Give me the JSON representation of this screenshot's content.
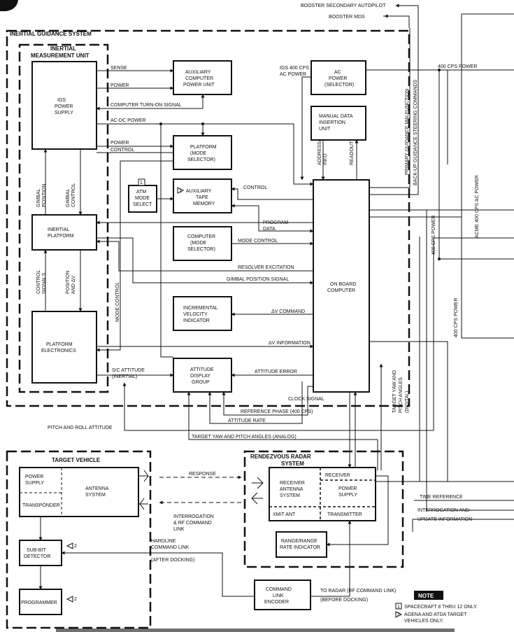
{
  "top_signals": {
    "booster_secondary_autopilot": "BOOSTER SECONDARY AUTOPILOT",
    "booster_mds": "BOOSTER MDS"
  },
  "igs": {
    "title": "INERTIAL GUIDANCE SYSTEM"
  },
  "imu": {
    "title_1": "INERTIAL",
    "title_2": "MEASUREMENT UNIT"
  },
  "blocks": {
    "igs_power_supply": [
      "IGS",
      "POWER",
      "SUPPLY"
    ],
    "inertial_platform": [
      "INERTIAL",
      "PLATFORM"
    ],
    "platform_electronics": [
      "PLATFORM",
      "ELECTRONICS"
    ],
    "aux_power_unit": [
      "AUXILIARY",
      "COMPUTER",
      "POWER UNIT"
    ],
    "platform_mode_selector": [
      "PLATFORM",
      "(MODE",
      "SELECTOR)"
    ],
    "atm_mode_select": [
      "ATM",
      "MODE",
      "SELECT"
    ],
    "aux_tape_memory": [
      "AUXILIARY",
      "TAPE",
      "MEMORY"
    ],
    "computer_mode_selector": [
      "COMPUTER",
      "(MODE",
      "SELECTOR)"
    ],
    "incremental_velocity": [
      "INCREMENTAL",
      "VELOCITY",
      "INDICATOR"
    ],
    "attitude_display": [
      "ATTITUDE",
      "DISPLAY",
      "GROUP"
    ],
    "ac_power_selector": [
      "AC",
      "POWER",
      "(SELECTOR)"
    ],
    "manual_data_insertion": [
      "MANUAL DATA",
      "INSERTION",
      "UNIT"
    ],
    "on_board_computer": [
      "ON BOARD",
      "COMPUTER"
    ],
    "power_supply_tv": [
      "POWER",
      "SUPPLY"
    ],
    "transponder": "TRANSPONDER",
    "antenna_system_tv": [
      "ANTENNA",
      "SYSTEM"
    ],
    "sub_bit_detector": [
      "SUB-BIT",
      "DETECTOR"
    ],
    "programmer": "PROGRAMMER",
    "receiver_antenna": [
      "RECEIVER",
      "ANTENNA",
      "SYSTEM"
    ],
    "receiver": "RECEIVER",
    "power_supply_rr": [
      "POWER",
      "SUPPLY"
    ],
    "xmit_ant": "XMIT ANT",
    "transmitter": "TRANSMITTER",
    "range_rate_indicator": [
      "RANGE/RANGE",
      "RATE INDICATOR"
    ],
    "command_link_encoder": [
      "COMMAND",
      "LINK",
      "ENCODER"
    ]
  },
  "signals": {
    "sense": "SENSE",
    "power": "POWER",
    "computer_turn_on": "COMPUTER TURN-ON SIGNAL",
    "ac_dc_power": "AC-DC POWER",
    "power_control_1": "POWER",
    "power_control_2": "CONTROL",
    "gimbal_position": [
      "GIMBAL",
      "POSITION"
    ],
    "gimbal_control": [
      "GIMBAL",
      "CONTROL"
    ],
    "control_signals": [
      "CONTROL",
      "SIGNALS"
    ],
    "position_dv": [
      "POSITION",
      "AND ΔV"
    ],
    "mode_control_vert": "MODE CONTROL",
    "control": "CONTROL",
    "program_data_1": "PROGRAM",
    "program_data_2": "DATA",
    "mode_control": "MODE CONTROL",
    "resolver_excitation": "RESOLVER EXCITATION",
    "gimbal_position_signal": "GIMBAL POSITION SIGNAL",
    "dv_command": "ΔV COMMAND",
    "dv_information": "ΔV INFORMATION",
    "sc_attitude_1": "S/C ATTITUDE",
    "sc_attitude_2": "(INERTIAL)",
    "attitude_error": "ATTITUDE ERROR",
    "clock_signal": "CLOCK SIGNAL",
    "reference_phase": "REFERENCE PHASE (400 CPS)",
    "attitude_rate": "ATTITUDE RATE",
    "pitch_roll_attitude": "PITCH AND ROLL ATTITUDE",
    "target_yaw_pitch_analog": "TARGET YAW AND PITCH ANGLES (ANALOG)",
    "target_yaw_pitch_digital": [
      "TARGET YAW AND",
      "PITCH ANGLES",
      "(DIGITAL)"
    ],
    "igs_400_cps_1": "IGS 400 CPS",
    "igs_400_cps_2": "AC POWER",
    "address_info": [
      "ADDRESS/",
      "INFO"
    ],
    "readout": "READOUT",
    "primary_guidance": "PRIMARY GUIDANCE MALFUNCTION",
    "backup_guidance": "BACK-UP GUIDANCE STEERING COMMANDS",
    "acme_power": "ACME 400 CPS AC POWER",
    "cps_power_top": "400 CPS POWER",
    "cps_power_v1": "400 CPS POWER",
    "cps_power_v2": "400 CPS POWER",
    "response": "RESPONSE",
    "interrogation_rf": [
      "INTERROGATION",
      "& RF COMMAND",
      "LINK"
    ],
    "hardline": [
      "HARDLINE",
      "COMMAND LINK",
      "(AFTER DOCKING)"
    ],
    "to_radar_1": "TO RADAR (RF COMMAND LINK)",
    "to_radar_2": "(BEFORE DOCKING)",
    "time_reference": "TIME REFERENCE",
    "interrogation_update_1": "INTERROGATION AND",
    "interrogation_update_2": "UPDATE INFORMATION"
  },
  "target_vehicle": {
    "title": "TARGET VEHICLE"
  },
  "rendezvous": {
    "title_1": "RENDEZVOUS RADAR",
    "title_2": "SYSTEM"
  },
  "badges": {
    "one": "1",
    "two": "2"
  },
  "note": {
    "title": "NOTE",
    "item_1": "SPACECRAFT 8 THRU 12 ONLY.",
    "item_2_a": "AGENA AND ATDA TARGET",
    "item_2_b": "VEHICLES ONLY."
  }
}
